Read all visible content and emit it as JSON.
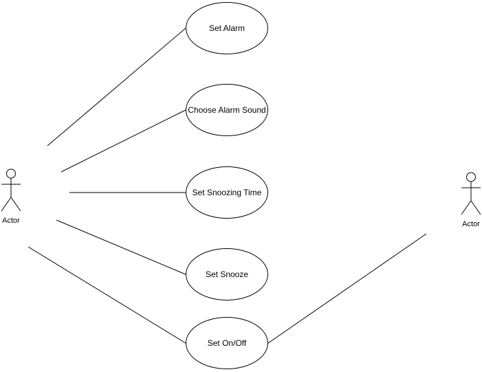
{
  "colors": {
    "stroke": "#000000",
    "background": "#ffffff",
    "text": "#000000"
  },
  "actors": [
    {
      "id": "actor-left",
      "label": "Actor"
    },
    {
      "id": "actor-right",
      "label": "Actor"
    }
  ],
  "use_cases": [
    {
      "id": "set-alarm",
      "label": "Set Alarm"
    },
    {
      "id": "choose-alarm-sound",
      "label": "Choose Alarm Sound"
    },
    {
      "id": "set-snoozing-time",
      "label": "Set Snoozing Time"
    },
    {
      "id": "set-snooze",
      "label": "Set Snooze"
    },
    {
      "id": "set-on-off",
      "label": "Set On/Off"
    }
  ],
  "associations": [
    {
      "from": "actor-left",
      "to": "set-alarm"
    },
    {
      "from": "actor-left",
      "to": "choose-alarm-sound"
    },
    {
      "from": "actor-left",
      "to": "set-snoozing-time"
    },
    {
      "from": "actor-left",
      "to": "set-snooze"
    },
    {
      "from": "actor-left",
      "to": "set-on-off"
    },
    {
      "from": "actor-right",
      "to": "set-on-off"
    }
  ]
}
